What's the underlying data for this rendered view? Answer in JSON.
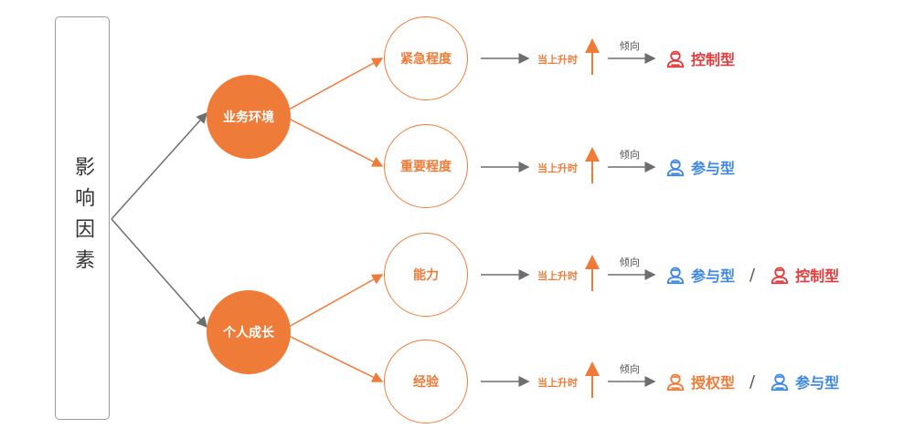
{
  "colors": {
    "orange": "#ef7b38",
    "red": "#e23a3a",
    "blue": "#3d87e6",
    "gray": "#7a7a7a"
  },
  "root": {
    "label": "影响因素"
  },
  "factors": [
    {
      "label": "业务环境"
    },
    {
      "label": "个人成长"
    }
  ],
  "subfactors": [
    {
      "label": "紧急程度"
    },
    {
      "label": "重要程度"
    },
    {
      "label": "能力"
    },
    {
      "label": "经验"
    }
  ],
  "rise_label": "当上升时",
  "lean_label": "倾向",
  "results": [
    [
      {
        "label": "控制型",
        "color": "red"
      }
    ],
    [
      {
        "label": "参与型",
        "color": "blue"
      }
    ],
    [
      {
        "label": "参与型",
        "color": "blue"
      },
      {
        "label": "控制型",
        "color": "red"
      }
    ],
    [
      {
        "label": "授权型",
        "color": "orange"
      },
      {
        "label": "参与型",
        "color": "blue"
      }
    ]
  ],
  "separator": "/"
}
